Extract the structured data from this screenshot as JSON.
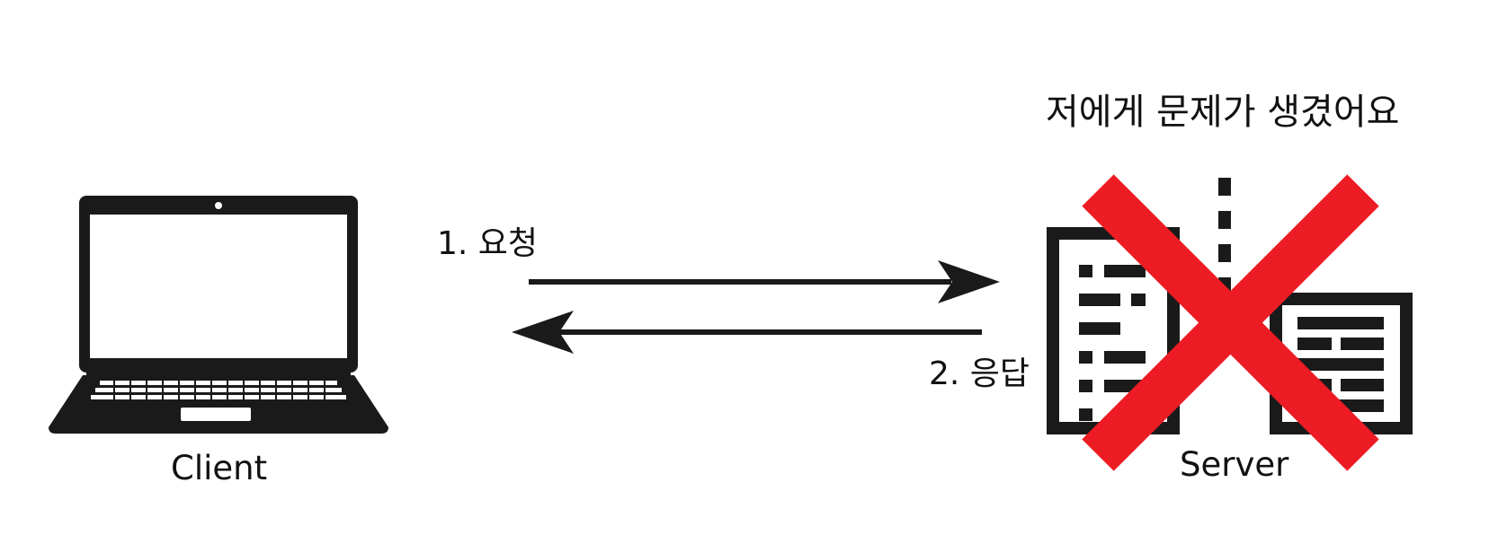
{
  "client": {
    "label": "Client",
    "icon": "laptop-icon"
  },
  "server": {
    "label": "Server",
    "icon": "server-building-icon",
    "status_text": "저에게 문제가 생겼어요",
    "failure_mark": "x-icon",
    "failure_color": "#ED1C24"
  },
  "arrows": {
    "request_label": "1. 요청",
    "response_label": "2. 응답"
  },
  "colors": {
    "ink": "#1A1A1A",
    "background": "#FFFFFF"
  }
}
